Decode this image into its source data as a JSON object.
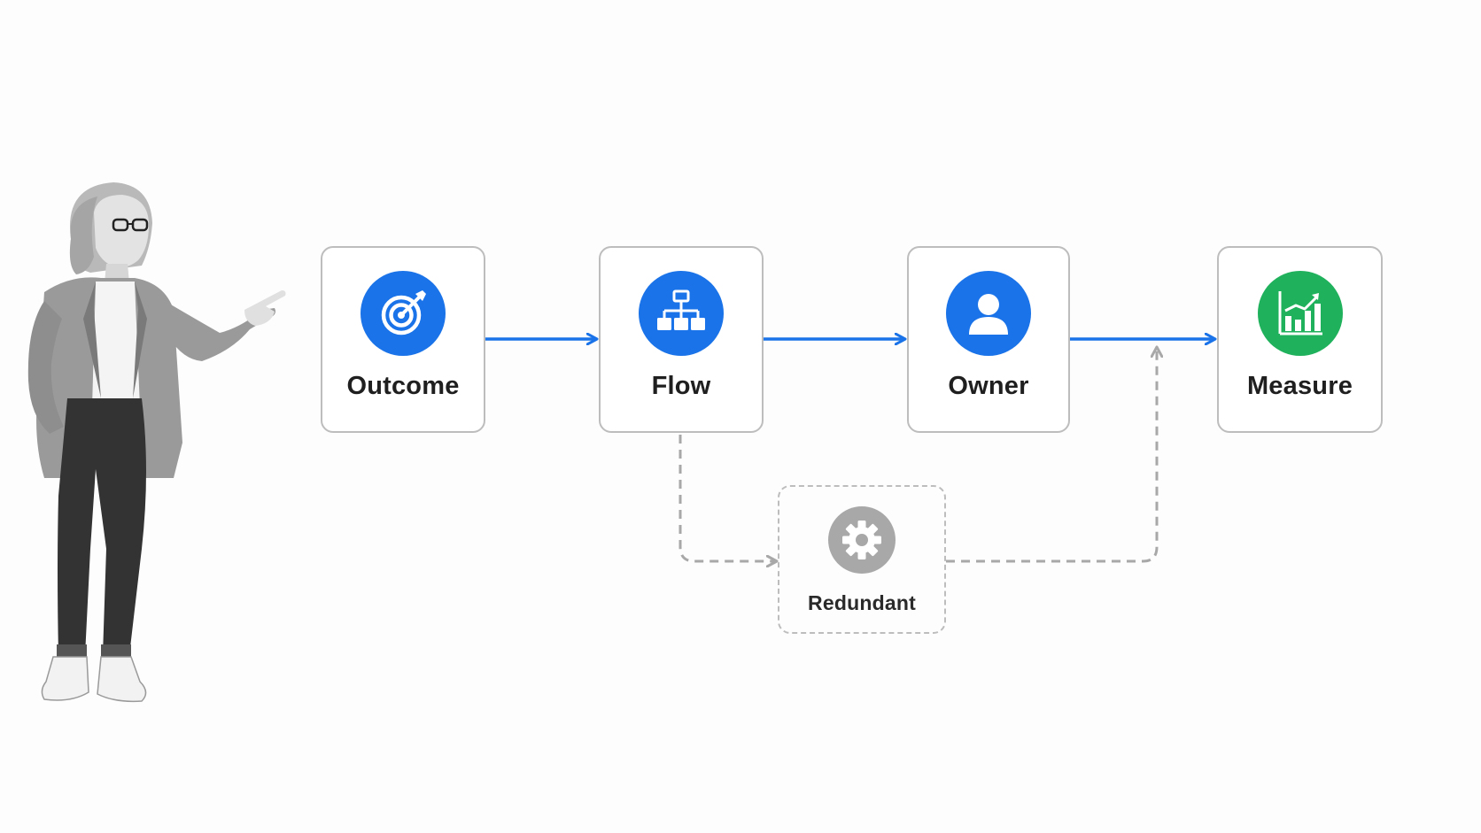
{
  "colors": {
    "accent": "#1a73e8",
    "success": "#1fb15b",
    "muted": "#a8a8a8",
    "border": "#bdbdbd"
  },
  "nodes": [
    {
      "id": "outcome",
      "label": "Outcome",
      "icon": "target-icon"
    },
    {
      "id": "flow",
      "label": "Flow",
      "icon": "hierarchy-icon"
    },
    {
      "id": "owner",
      "label": "Owner",
      "icon": "user-icon"
    },
    {
      "id": "measure",
      "label": "Measure",
      "icon": "bar-chart-icon"
    }
  ],
  "side_node": {
    "id": "redundant",
    "label": "Redundant",
    "icon": "gear-icon"
  },
  "connections": [
    {
      "from": "outcome",
      "to": "flow",
      "style": "solid"
    },
    {
      "from": "flow",
      "to": "owner",
      "style": "solid"
    },
    {
      "from": "owner",
      "to": "measure",
      "style": "solid"
    },
    {
      "from": "flow",
      "to": "redundant",
      "style": "dashed"
    },
    {
      "from": "redundant",
      "to": "measure",
      "style": "dashed"
    }
  ],
  "presenter": {
    "icon": "person-pointing-illustration"
  }
}
